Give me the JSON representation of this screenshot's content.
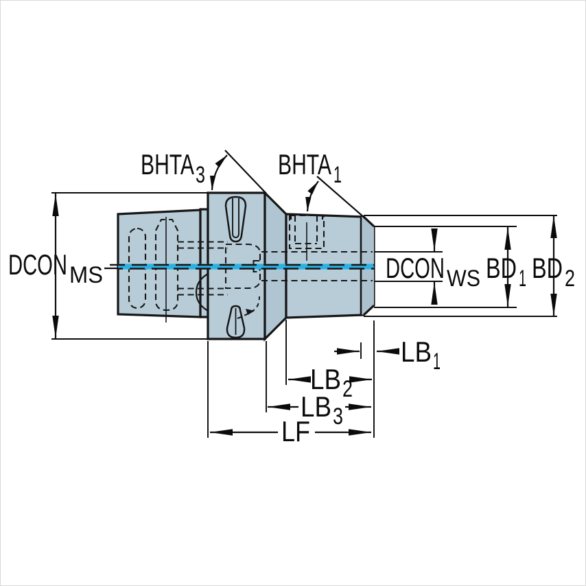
{
  "figure": {
    "type": "engineering-dimension-drawing",
    "subject": "Tool holder adapter, side view with coupling dimensions"
  },
  "labels": {
    "bhta3": {
      "main": "BHTA",
      "sub": "3"
    },
    "bhta1": {
      "main": "BHTA",
      "sub": "1"
    },
    "dcon_ms": {
      "main": "DCON",
      "sub": "MS"
    },
    "dcon_ws": {
      "main": "DCON",
      "sub": "WS"
    },
    "bd1": {
      "main": "BD",
      "sub": "1"
    },
    "bd2": {
      "main": "BD",
      "sub": "2"
    },
    "lb1": {
      "main": "LB",
      "sub": "1"
    },
    "lb2": {
      "main": "LB",
      "sub": "2"
    },
    "lb3": {
      "main": "LB",
      "sub": "3"
    },
    "lf": {
      "main": "LF",
      "sub": ""
    }
  },
  "colors": {
    "body_fill": "#b8ccd8",
    "chamfer_fill": "#adc2cf",
    "outline": "#161616",
    "centerline_cyan": "#2bb2e4",
    "dimension_black": "#0b0b0b",
    "background": "#ffffff",
    "frame_gray": "#d8d8d8"
  }
}
